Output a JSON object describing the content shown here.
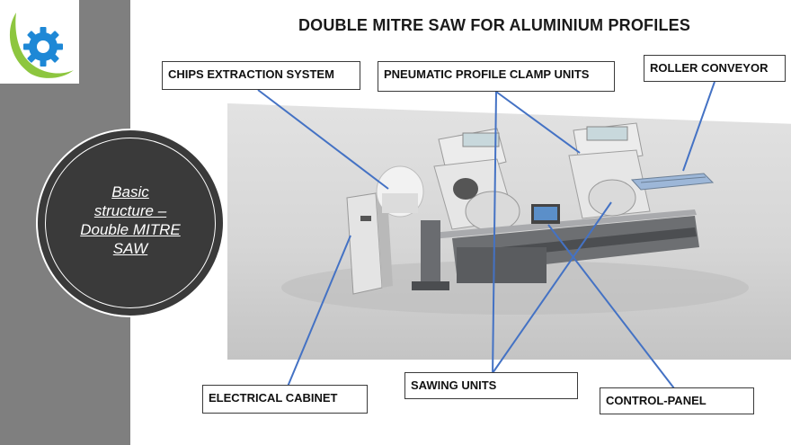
{
  "title": "DOUBLE MITRE SAW FOR ALUMINIUM PROFILES",
  "circle": {
    "line1": "Basic",
    "line2": "structure –",
    "line3": "Double MITRE",
    "line4": "SAW"
  },
  "labels": {
    "chips": "CHIPS EXTRACTION SYSTEM",
    "clamp": "PNEUMATIC PROFILE CLAMP UNITS",
    "roller": "ROLLER CONVEYOR",
    "electrical": "ELECTRICAL CABINET",
    "sawing": "SAWING UNITS",
    "control": "CONTROL-PANEL"
  },
  "colors": {
    "band": "#7f7f7f",
    "leader": "#4472c4",
    "logo_green": "#8dc63f",
    "logo_blue": "#1e88d6"
  },
  "icons": {
    "logo": "gear-logo-icon"
  }
}
